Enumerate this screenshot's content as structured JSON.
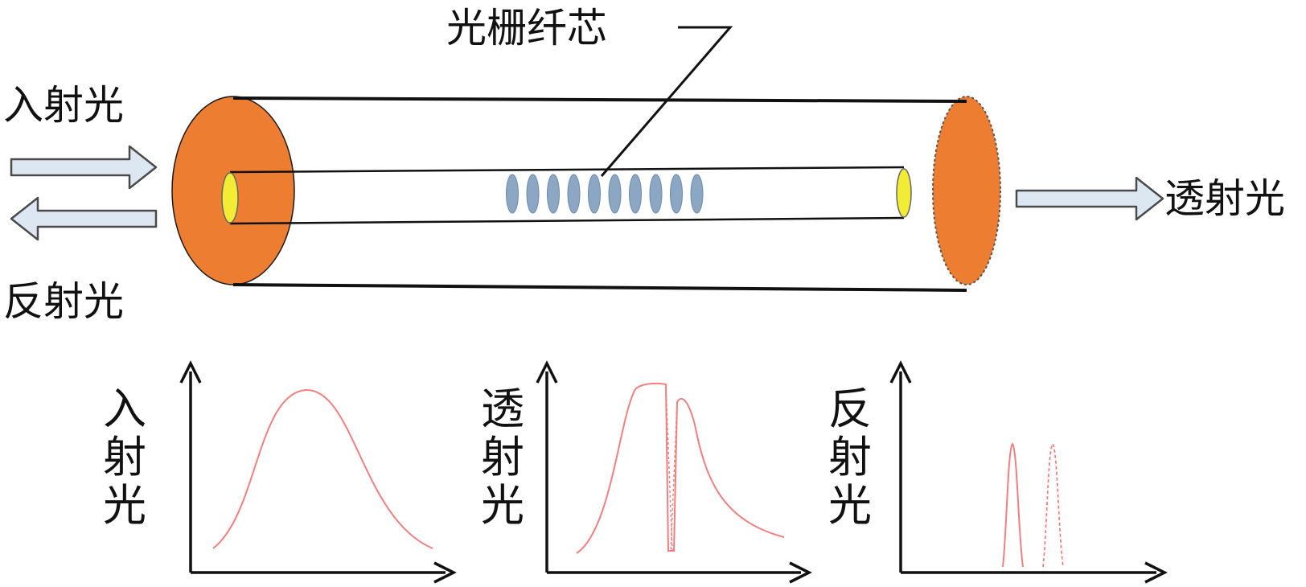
{
  "labels": {
    "grating_core": "光栅纤芯",
    "incident": "入射光",
    "reflected": "反射光",
    "transmitted": "透射光"
  },
  "plots": [
    {
      "label_chars": [
        "入",
        "射",
        "光"
      ],
      "spectrum": "gaussian"
    },
    {
      "label_chars": [
        "透",
        "射",
        "光"
      ],
      "spectrum": "notch"
    },
    {
      "label_chars": [
        "反",
        "射",
        "光"
      ],
      "spectrum": "reflection-peaks"
    }
  ],
  "colors": {
    "cladding_end": "#ed7d31",
    "core_end": "#f3ec35",
    "grating": "#8ba7c4",
    "arrow_fill": "#dde7f2",
    "arrow_stroke": "#4a4a4a",
    "spectrum_line": "#f08080",
    "outline": "#1a1a1a"
  }
}
